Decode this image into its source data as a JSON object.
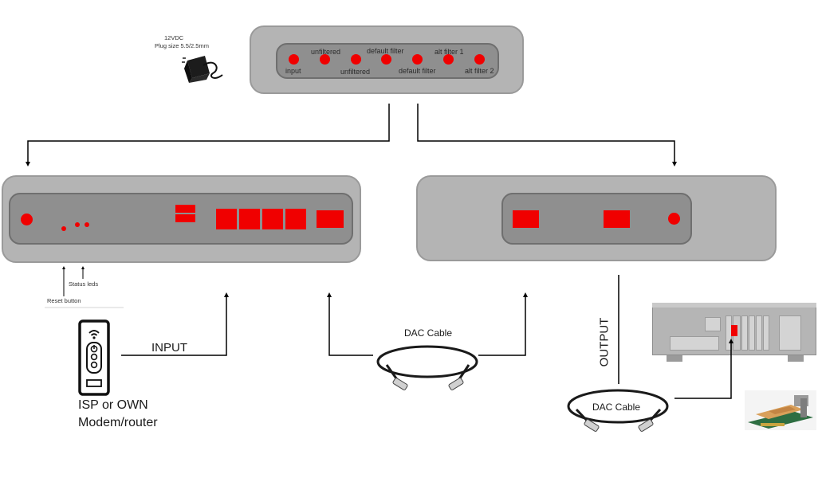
{
  "power": {
    "voltage": "12VDC",
    "plug": "Plug size 5.5/2.5mm",
    "icon": "power-adapter-icon"
  },
  "top_device": {
    "labels": {
      "input": "input",
      "unfiltered_top": "unfiltered",
      "unfiltered_bottom": "unfiltered",
      "default_filter_top": "default filter",
      "default_filter_bottom": "default filter",
      "alt_filter_1": "alt filter 1",
      "alt_filter_2": "alt filter 2"
    }
  },
  "left_device": {
    "reset_label": "Reset button",
    "status_label": "Status leds"
  },
  "modem": {
    "line1": "ISP or OWN",
    "line2": "Modem/router",
    "icon": "modem-router-icon"
  },
  "connections": {
    "input": "INPUT",
    "output": "OUTPUT",
    "dac1": "DAC Cable",
    "dac2": "DAC Cable"
  },
  "colors": {
    "accent": "#f00000",
    "device": "#b4b4b4",
    "panel": "#8f8f8f"
  }
}
